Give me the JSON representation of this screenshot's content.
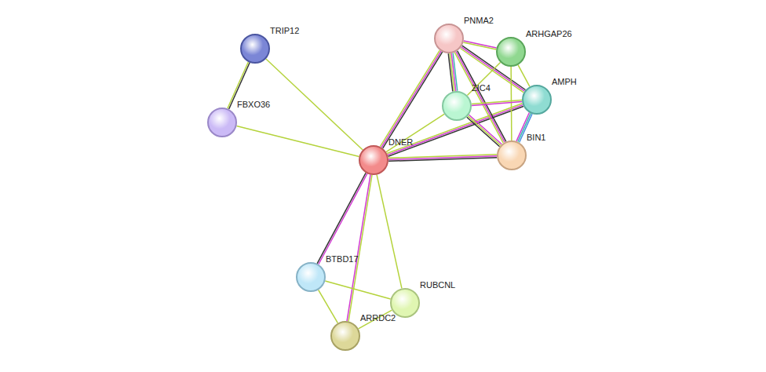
{
  "diagram": {
    "nodes": [
      {
        "text": [
          "TRIP12"
        ]
      },
      {
        "text": [
          "FBXO36"
        ]
      },
      {
        "text": [
          "PNMA2"
        ]
      },
      {
        "text": [
          "ARHGAP26"
        ]
      },
      {
        "text": [
          "ZIC4"
        ]
      },
      {
        "text": [
          "AMPH"
        ]
      },
      {
        "text": [
          "DNER"
        ]
      },
      {
        "text": [
          "BIN1"
        ]
      },
      {
        "text": [
          "BTBD17"
        ]
      },
      {
        "text": [
          "RUBCNL"
        ]
      },
      {
        "text": [
          "ARRDC2"
        ]
      }
    ],
    "edges": [
      {
        "from": 0,
        "to": 1,
        "arrow": "none"
      },
      {
        "from": 0,
        "to": 6,
        "arrow": "none"
      },
      {
        "from": 1,
        "to": 6,
        "arrow": "none"
      },
      {
        "from": 6,
        "to": 2,
        "arrow": "none"
      },
      {
        "from": 6,
        "to": 4,
        "arrow": "none"
      },
      {
        "from": 6,
        "to": 5,
        "arrow": "none"
      },
      {
        "from": 6,
        "to": 7,
        "arrow": "none"
      },
      {
        "from": 6,
        "to": 8,
        "arrow": "none"
      },
      {
        "from": 6,
        "to": 10,
        "arrow": "none"
      },
      {
        "from": 6,
        "to": 9,
        "arrow": "none"
      },
      {
        "from": 8,
        "to": 9,
        "arrow": "none"
      },
      {
        "from": 8,
        "to": 10,
        "arrow": "none"
      },
      {
        "from": 9,
        "to": 10,
        "arrow": "none"
      },
      {
        "from": 2,
        "to": 3,
        "arrow": "none"
      },
      {
        "from": 2,
        "to": 4,
        "arrow": "none"
      },
      {
        "from": 2,
        "to": 5,
        "arrow": "none"
      },
      {
        "from": 2,
        "to": 7,
        "arrow": "none"
      },
      {
        "from": 3,
        "to": 4,
        "arrow": "none"
      },
      {
        "from": 3,
        "to": 5,
        "arrow": "none"
      },
      {
        "from": 3,
        "to": 7,
        "arrow": "none"
      },
      {
        "from": 4,
        "to": 5,
        "arrow": "none"
      },
      {
        "from": 4,
        "to": 7,
        "arrow": "none"
      },
      {
        "from": 5,
        "to": 7,
        "arrow": "none"
      }
    ]
  }
}
